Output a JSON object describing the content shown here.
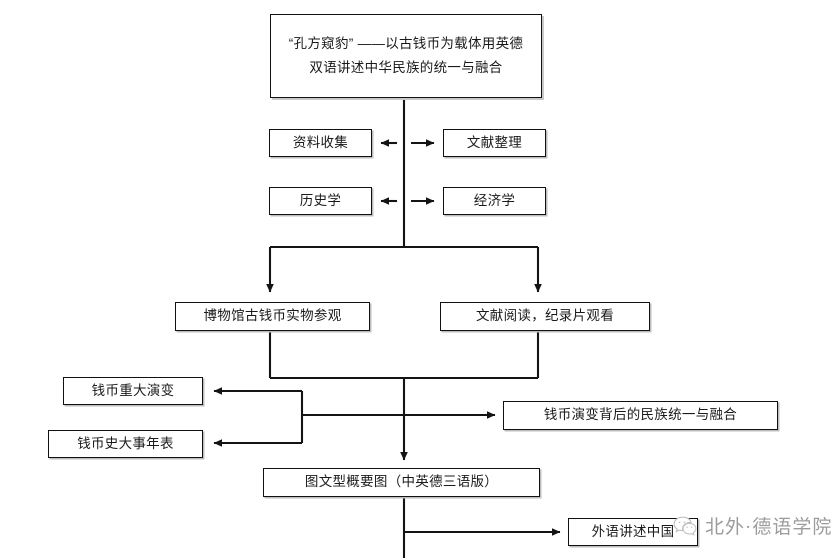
{
  "diagram": {
    "type": "flowchart",
    "title_node": {
      "label": "“孔方窥豹” ——以古钱币为载体用英德\n双语讲述中华民族的统一与融合"
    },
    "nodes": [
      {
        "id": "collect",
        "label": "资料收集"
      },
      {
        "id": "literature",
        "label": "文献整理"
      },
      {
        "id": "history",
        "label": "历史学"
      },
      {
        "id": "economics",
        "label": "经济学"
      },
      {
        "id": "museum",
        "label": "博物馆古钱币实物参观"
      },
      {
        "id": "reading",
        "label": "文献阅读，纪录片观看"
      },
      {
        "id": "evolution",
        "label": "钱币重大演变"
      },
      {
        "id": "chronicle",
        "label": "钱币史大事年表"
      },
      {
        "id": "unity",
        "label": "钱币演变背后的民族统一与融合"
      },
      {
        "id": "summary",
        "label": "图文型概要图（中英德三语版）"
      },
      {
        "id": "foreign",
        "label": "外语讲述中国"
      }
    ],
    "edges": [
      {
        "from": "title",
        "to": "collect",
        "arrow": "bidirectional"
      },
      {
        "from": "title",
        "to": "literature",
        "arrow": "bidirectional"
      },
      {
        "from": "title",
        "to": "history",
        "arrow": "bidirectional"
      },
      {
        "from": "title",
        "to": "economics",
        "arrow": "bidirectional"
      },
      {
        "from": "title",
        "to": "museum",
        "arrow": "single"
      },
      {
        "from": "title",
        "to": "reading",
        "arrow": "single"
      },
      {
        "from": "museum",
        "to": "evolution",
        "arrow": "single"
      },
      {
        "from": "museum",
        "to": "chronicle",
        "arrow": "single"
      },
      {
        "from": "reading",
        "to": "unity",
        "arrow": "single"
      },
      {
        "from": "reading",
        "to": "summary",
        "arrow": "single"
      },
      {
        "from": "summary",
        "to": "foreign",
        "arrow": "single"
      }
    ],
    "colors": {
      "background": "#ffffff",
      "box_border": "#111111",
      "box_fill": "#ffffff",
      "box_shadow": "#bdbdbd",
      "connector": "#141414",
      "text": "#1a1a1a",
      "watermark": "#a8a8a8"
    }
  },
  "watermark": {
    "text": "北外·德语学院",
    "logo": "wechat-bubble-icon"
  }
}
